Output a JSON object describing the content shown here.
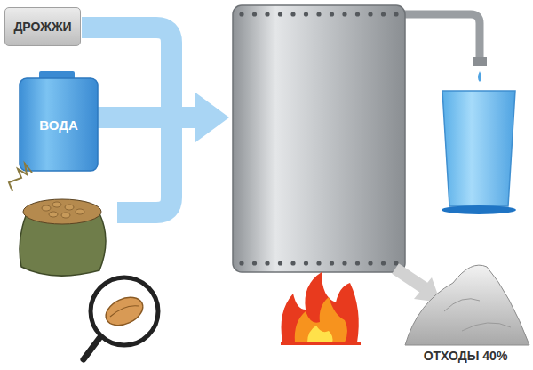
{
  "diagram": {
    "nodes": [
      {
        "text": [
          "ДРОЖЖИ"
        ]
      },
      {
        "text": [
          "ВОДА"
        ]
      }
    ],
    "labels": [
      "ОТХОДЫ 40%"
    ]
  }
}
